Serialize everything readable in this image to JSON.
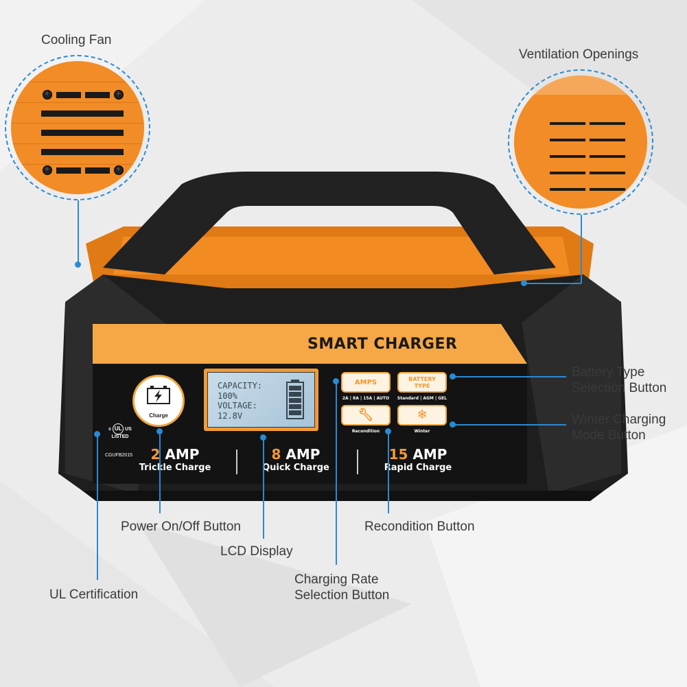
{
  "callouts": {
    "cooling_fan": "Cooling Fan",
    "ventilation": "Ventilation Openings",
    "battery_type": "Battery Type\nSelection Button",
    "winter": "Winter Charging\nMode Button",
    "power": "Power On/Off Button",
    "lcd": "LCD Display",
    "recondition": "Recondition Button",
    "charging_rate": "Charging Rate\nSelection Button",
    "ul": "UL Certification"
  },
  "device": {
    "brand_strip": "SMART CHARGER",
    "power_button_label": "Charge",
    "ul_mark": {
      "left": "c",
      "center": "UL",
      "right": "US",
      "listed": "LISTED",
      "code": "CGUFB2015"
    },
    "lcd": {
      "line1": "CAPACITY:",
      "line2": "100%",
      "line3": "VOLTAGE:",
      "line4": "12.8V"
    },
    "buttons": [
      {
        "label": "AMPS",
        "sub": "2A | 8A | 15A | AUTO"
      },
      {
        "label": "BATTERY\nTYPE",
        "sub": "Standard | AGM | GEL"
      },
      {
        "icon": "wrench-icon",
        "sub": "Recondition"
      },
      {
        "icon": "snowflake-icon",
        "sub": "Winter"
      }
    ],
    "modes": [
      {
        "num": "2",
        "unit": " AMP",
        "desc": "Trickle Charge"
      },
      {
        "num": "8",
        "unit": " AMP",
        "desc": "Quick Charge"
      },
      {
        "num": "15",
        "unit": " AMP",
        "desc": "Rapid Charge"
      }
    ]
  },
  "colors": {
    "accent": "#f18c26",
    "callout_line": "#2a8ad4",
    "body": "#1c1c1c"
  }
}
